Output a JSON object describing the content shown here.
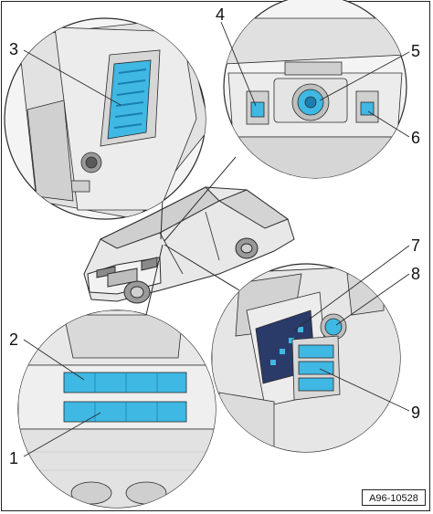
{
  "figure_ref": "A96-10528",
  "callouts": [
    "1",
    "2",
    "3",
    "4",
    "5",
    "6",
    "7",
    "8",
    "9"
  ],
  "colors": {
    "highlight": "#3fb8e3",
    "highlight_dark": "#1a7fb0",
    "line": "#2b2b2b",
    "shade": "#d9d9d9",
    "shade_dark": "#b5b5b5"
  },
  "icons": {
    "car": "car-outline-icon",
    "seat_switch": "seat-switch-icon"
  }
}
